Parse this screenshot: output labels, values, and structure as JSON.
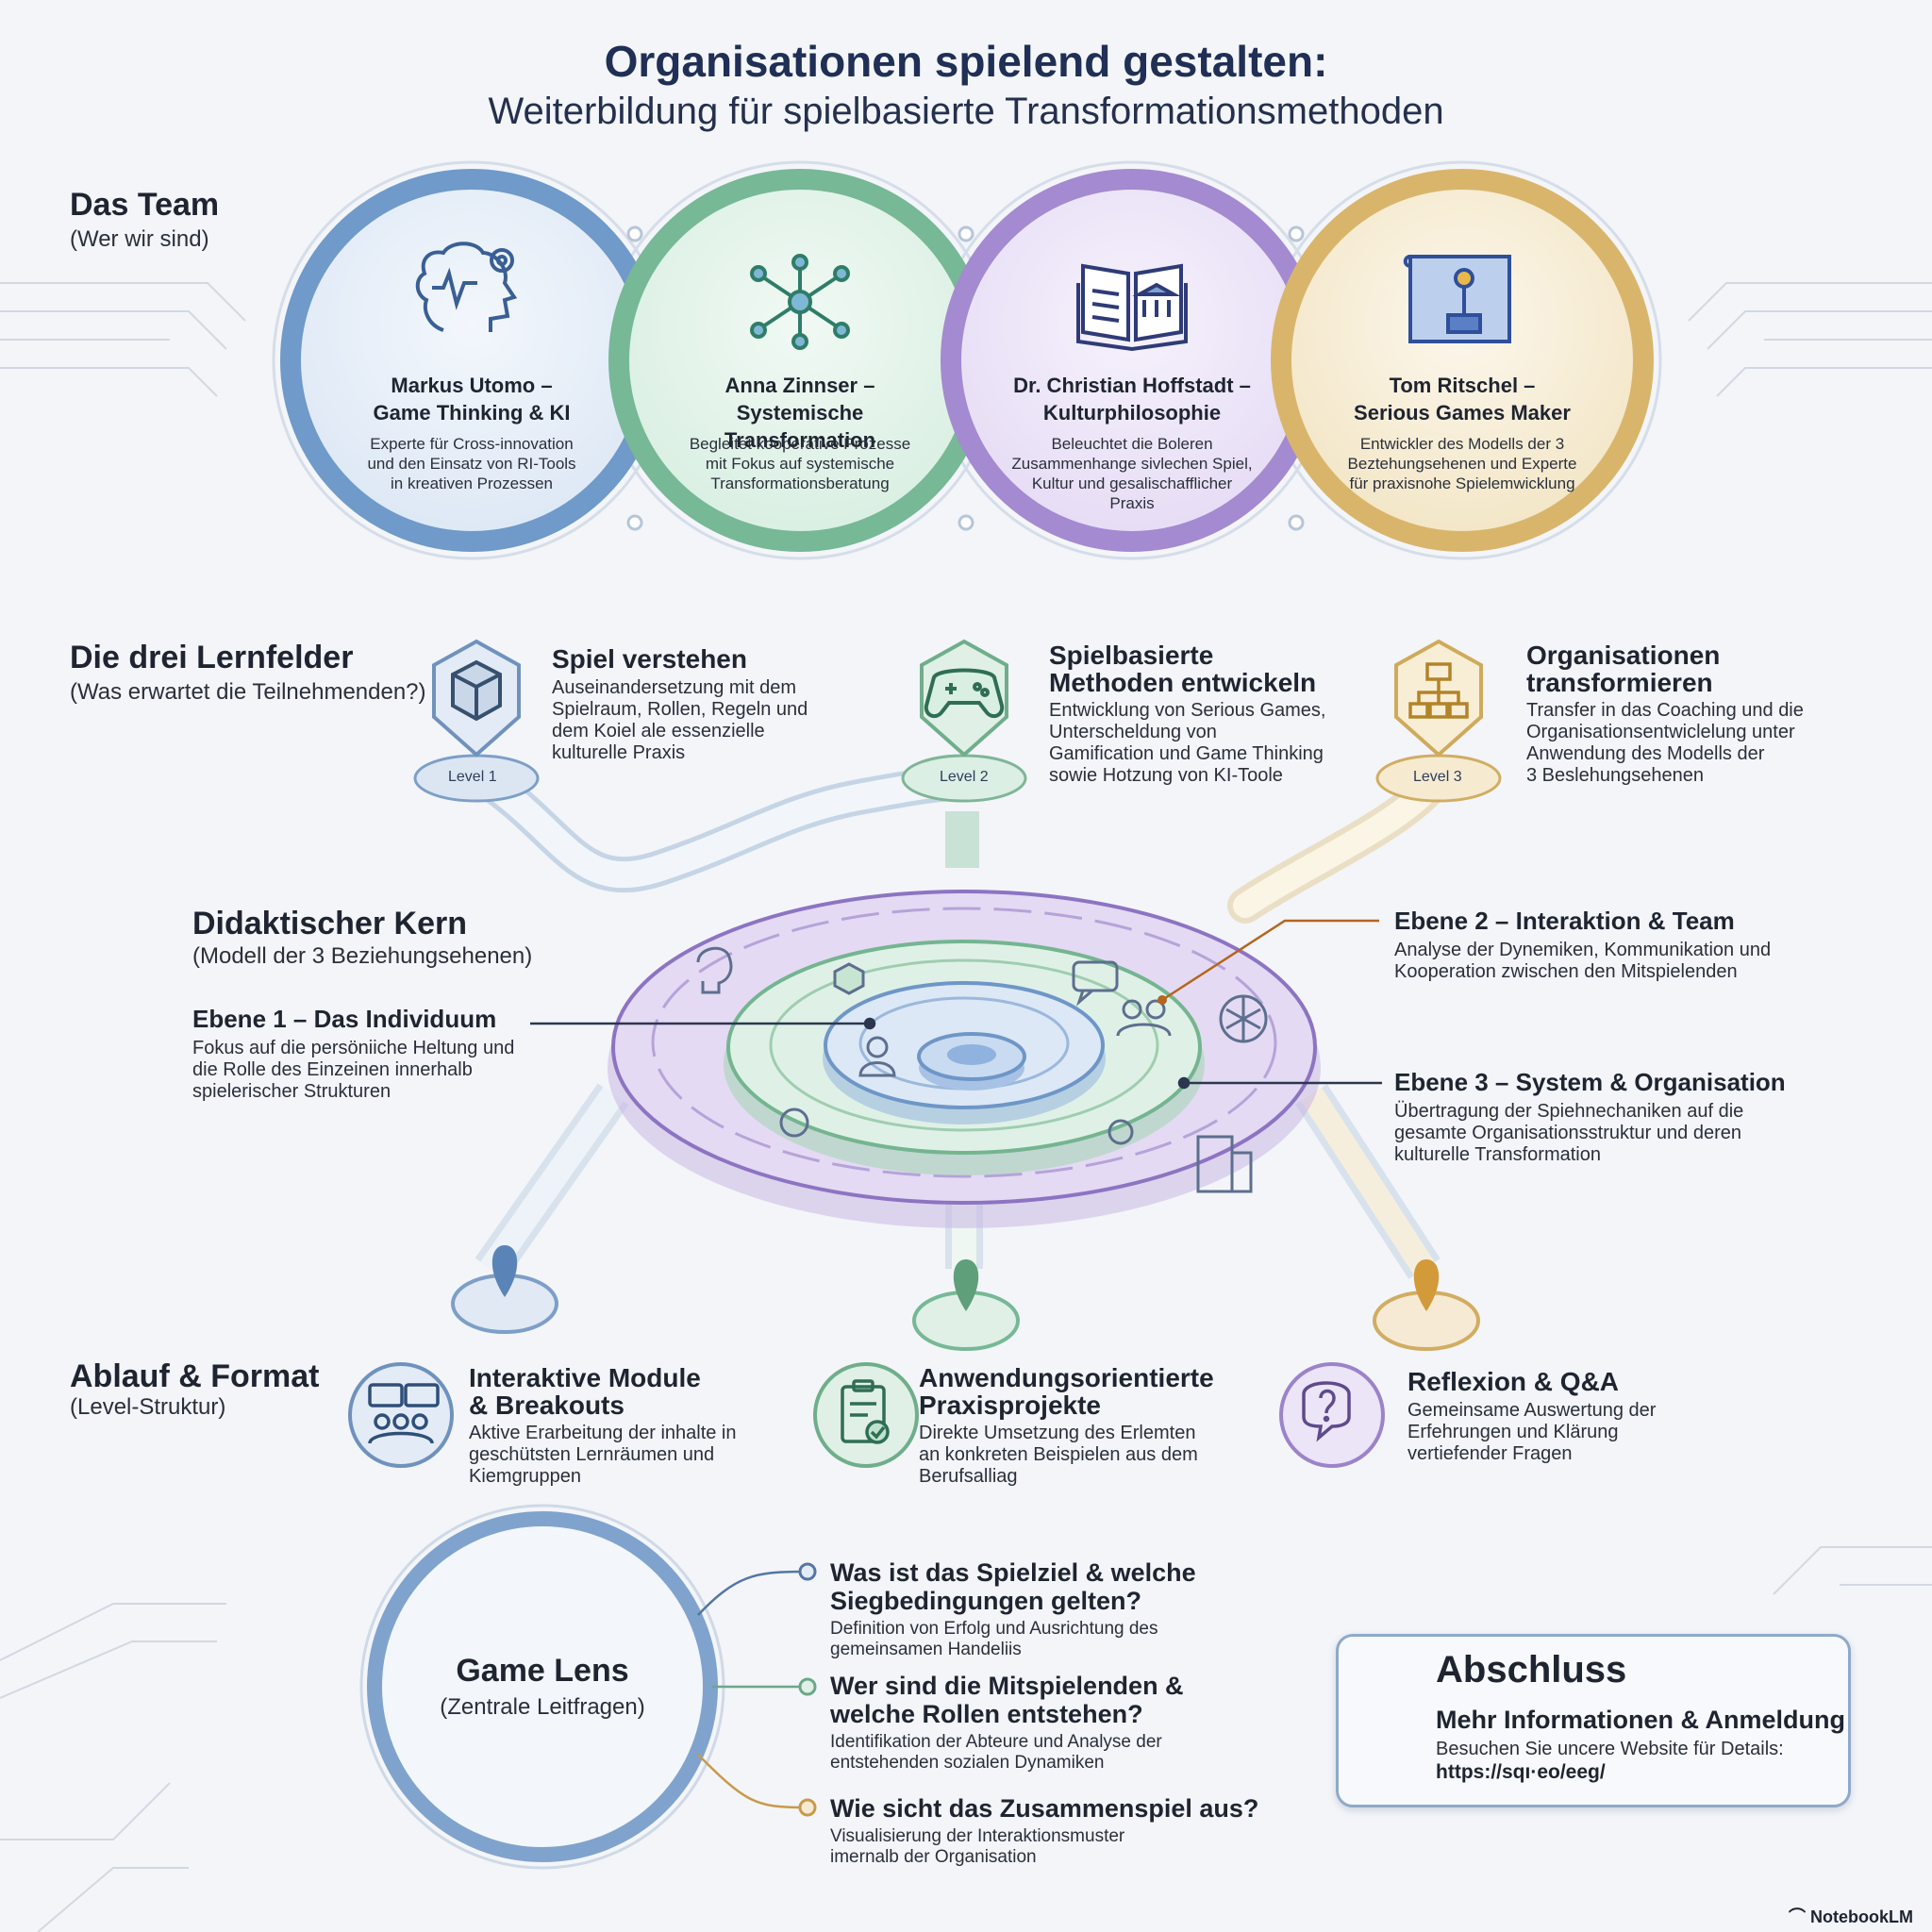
{
  "header": {
    "title": "Organisationen spielend gestalten:",
    "subtitle": "Weiterbildung für spielbasierte Transformationsmethoden"
  },
  "team": {
    "heading": "Das Team",
    "sub": "(Wer wir sind)",
    "members": [
      {
        "name1": "Markus Utomo –",
        "name2": "Game Thinking & KI",
        "desc": [
          "Experte für Cross-innovation",
          "und den Einsatz von RI-Tools",
          "in kreativen Prozessen"
        ],
        "icon": "brain-gear-icon",
        "color": "#6f9ac9"
      },
      {
        "name1": "Anna Zinnser –",
        "name2": "Systemische Transformation",
        "desc": [
          "Begleitet kooperative Prozesse",
          "mit Fokus auf systemische",
          "Transformationsberatung"
        ],
        "icon": "network-hub-icon",
        "color": "#77b896"
      },
      {
        "name1": "Dr. Christian Hoffstadt –",
        "name2": "Kulturphilosophie",
        "desc": [
          "Beleuchtet die Boleren",
          "Zusammenhange sivlechen Spiel,",
          "Kultur und gesalischafflicher",
          "Praxis"
        ],
        "icon": "book-temple-icon",
        "color": "#a48ad0"
      },
      {
        "name1": "Tom Ritschel –",
        "name2": "Serious Games Maker",
        "desc": [
          "Entwickler des Modells der 3",
          "Beztehungsehenen und Experte",
          "für praxisnohe Spielemwicklung"
        ],
        "icon": "joystick-map-icon",
        "color": "#d9b56c"
      }
    ]
  },
  "lernfelder": {
    "heading": "Die drei Lernfelder",
    "sub": "(Was erwartet die Teilnehmenden?)",
    "items": [
      {
        "level": "Level 1",
        "title": [
          "Spiel verstehen"
        ],
        "desc": [
          "Auseinandersetzung mit dem",
          "Spielraum, Rollen, Regeln und",
          "dem Koiel ale essenzielle",
          "kulturelle Praxis"
        ],
        "icon": "cube-icon"
      },
      {
        "level": "Level 2",
        "title": [
          "Spielbasierte",
          "Methoden entwickeln"
        ],
        "desc": [
          "Entwicklung von Serious Games,",
          "Unterscheldung von",
          "Gamification und Game Thinking",
          "sowie Hotzung von KI-Toole"
        ],
        "icon": "gamepad-icon"
      },
      {
        "level": "Level 3",
        "title": [
          "Organisationen",
          "transformieren"
        ],
        "desc": [
          "Transfer in das Coaching und die",
          "Organisationsentwiclelung unter",
          "Anwendung des Modells der",
          "3 Beslehungsehenen"
        ],
        "icon": "org-chart-icon"
      }
    ]
  },
  "kern": {
    "heading": "Didaktischer Kern",
    "sub": "(Modell der 3 Beziehungsehenen)",
    "ebene1": {
      "title": "Ebene 1 – Das Individuum",
      "desc": [
        "Fokus auf die persöniiche Heltung und",
        "die Rolle des Einzeinen innerhalb",
        "spielerischer Strukturen"
      ]
    },
    "ebene2": {
      "title": "Ebene 2 – Interaktion & Team",
      "desc": [
        "Analyse der Dynemiken, Kommunikation und",
        "Kooperation zwischen den Mitspielenden"
      ]
    },
    "ebene3": {
      "title": "Ebene 3 – System & Organisation",
      "desc": [
        "Übertragung der Spiehnechaniken auf die",
        "gesamte Organisationsstruktur und deren",
        "kulturelle Transformation"
      ]
    }
  },
  "ablauf": {
    "heading": "Ablauf & Format",
    "sub": "(Level-Struktur)",
    "items": [
      {
        "title": [
          "Interaktive Module",
          "& Breakouts"
        ],
        "desc": [
          "Aktive Erarbeitung der inhalte in",
          "geschütsten Lernräumen und",
          "Kiemgruppen"
        ],
        "icon": "group-chat-icon"
      },
      {
        "title": [
          "Anwendungsorientierte",
          "Praxisprojekte"
        ],
        "desc": [
          "Direkte Umsetzung des Erlemten",
          "an konkreten Beispielen aus dem",
          "Berufsalliag"
        ],
        "icon": "clipboard-check-icon"
      },
      {
        "title": [
          "Reflexion & Q&A"
        ],
        "desc": [
          "Gemeinsame Auswertung der",
          "Erfehrungen und Klärung",
          "vertiefender Fragen"
        ],
        "icon": "question-bubble-icon"
      }
    ]
  },
  "lens": {
    "title": "Game Lens",
    "sub": "(Zentrale Leitfragen)",
    "questions": [
      {
        "q": [
          "Was ist das Spielziel & welche",
          "Siegbedingungen gelten?"
        ],
        "d": [
          "Definition von Erfolg und Ausrichtung des",
          "gemeinsamen Handeliis"
        ]
      },
      {
        "q": [
          "Wer sind die Mitspielenden &",
          "welche Rollen entstehen?"
        ],
        "d": [
          "Identifikation der Abteure und Analyse der",
          "entstehenden sozialen Dynamiken"
        ]
      },
      {
        "q": [
          "Wie sicht das Zusammenspiel aus?"
        ],
        "d": [
          "Visualisierung der Interaktionsmuster",
          "imernalb der Organisation"
        ]
      }
    ]
  },
  "abschluss": {
    "title": "Abschluss",
    "subtitle": "Mehr Informationen & Anmeldung",
    "line": "Besuchen Sie uncere Website für Details:",
    "url": "https://sqı·eo/eeg/",
    "icon": "link-chain-icon"
  },
  "brand": "NotebookLM",
  "colors": {
    "blue": "#6f9ac9",
    "green": "#77b896",
    "purple": "#a48ad0",
    "gold": "#d9b56c",
    "navy": "#1f2f55"
  }
}
